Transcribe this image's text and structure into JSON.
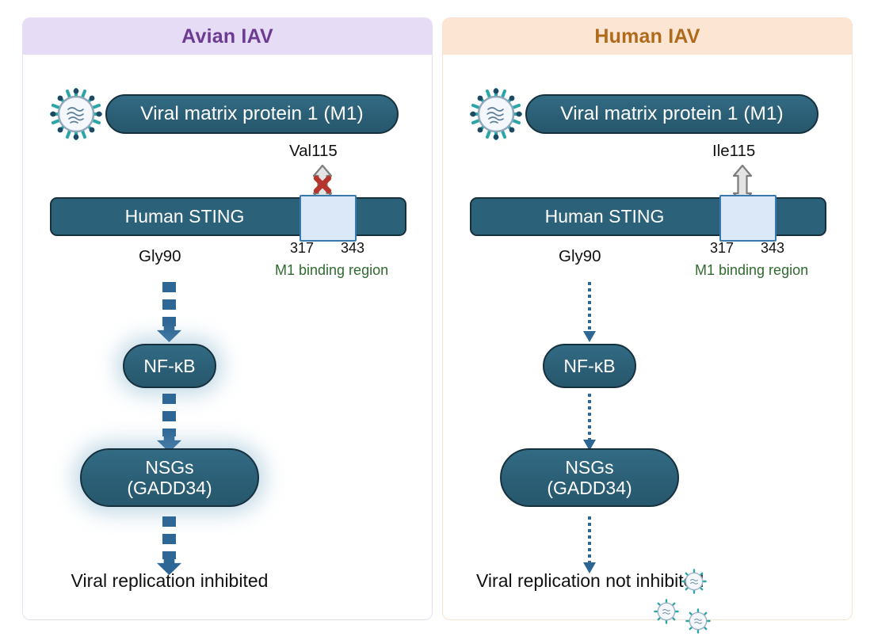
{
  "figure": {
    "type": "diagram",
    "description": "Two-panel schematic comparing avian and human influenza A virus M1 interaction with human STING"
  },
  "panels": [
    {
      "id": "avian",
      "title": "Avian IAV",
      "title_bg": "#e7dcf6",
      "title_color": "#6b3c92",
      "virus_icon": "influenza-virus-icon",
      "m1_label": "Viral matrix protein 1 (M1)",
      "residue_label": "Val115",
      "interaction": "blocked",
      "interaction_marker": "red-x-icon",
      "sting_label": "Human STING",
      "sting_left_residue": "Gly90",
      "binding_start": "317",
      "binding_end": "343",
      "binding_caption": "M1 binding region",
      "nodes": [
        {
          "label": "NF-κB"
        },
        {
          "label": "NSGs\n(GADD34)"
        }
      ],
      "outcome": "Viral replication\ninhibited",
      "arrow_style": "thick-dashed",
      "outcome_virions": 0
    },
    {
      "id": "human",
      "title": "Human IAV",
      "title_bg": "#fce6d3",
      "title_color": "#b06a1c",
      "virus_icon": "influenza-virus-icon",
      "m1_label": "Viral matrix protein 1 (M1)",
      "residue_label": "Ile115",
      "interaction": "binds",
      "interaction_marker": "none",
      "sting_label": "Human STING",
      "sting_left_residue": "Gly90",
      "binding_start": "317",
      "binding_end": "343",
      "binding_caption": "M1 binding region",
      "nodes": [
        {
          "label": "NF-κB"
        },
        {
          "label": "NSGs\n(GADD34)"
        }
      ],
      "outcome": "Viral replication\nnot inhibited",
      "arrow_style": "thin-dotted",
      "outcome_virions": 3
    }
  ],
  "colors": {
    "node_fill": "#2c6279",
    "node_border": "#16313e",
    "arrow": "#2e6695",
    "binding_box_fill": "#dbe8f8",
    "binding_box_border": "#3a79ab",
    "block_x": "#b5342e",
    "double_arrow": "#e2e2e2",
    "green_text": "#2f6b2f",
    "virus_teal": "#2aa6a6",
    "virus_dark": "#1f4a63"
  }
}
